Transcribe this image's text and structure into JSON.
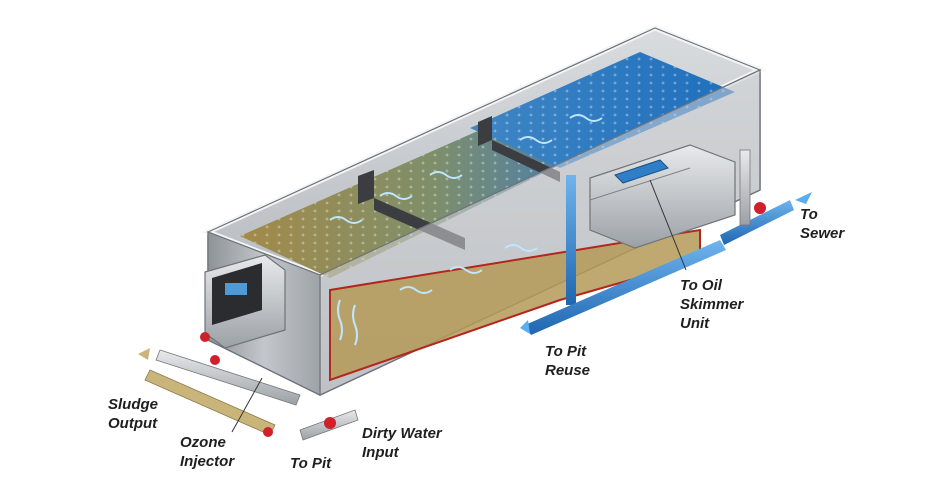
{
  "labels": {
    "to_sewer": [
      "To",
      "Sewer"
    ],
    "to_oil_skimmer_unit": [
      "To Oil",
      "Skimmer",
      "Unit"
    ],
    "to_pit_reuse": [
      "To Pit",
      "Reuse"
    ],
    "dirty_water_input": [
      "Dirty Water",
      "Input"
    ],
    "to_pit": [
      "To Pit"
    ],
    "ozone_injector": [
      "Ozone",
      "Injector"
    ],
    "sludge_output": [
      "Sludge",
      "Output"
    ]
  },
  "colors": {
    "tank_steel": "#c9ccd0",
    "tank_rim": "#e6e8ea",
    "water_dirty": "#b9a061",
    "water_clean": "#2f7fc8",
    "pipe_blue": "#3a8fdc",
    "flow_arrow": "#9fd8ff",
    "valve_red": "#d0202c",
    "sludge_pipe": "#c9b57a",
    "line_dark": "#333333"
  },
  "icons": [
    "flow-arrow-icon",
    "valve-icon",
    "control-panel-icon"
  ]
}
